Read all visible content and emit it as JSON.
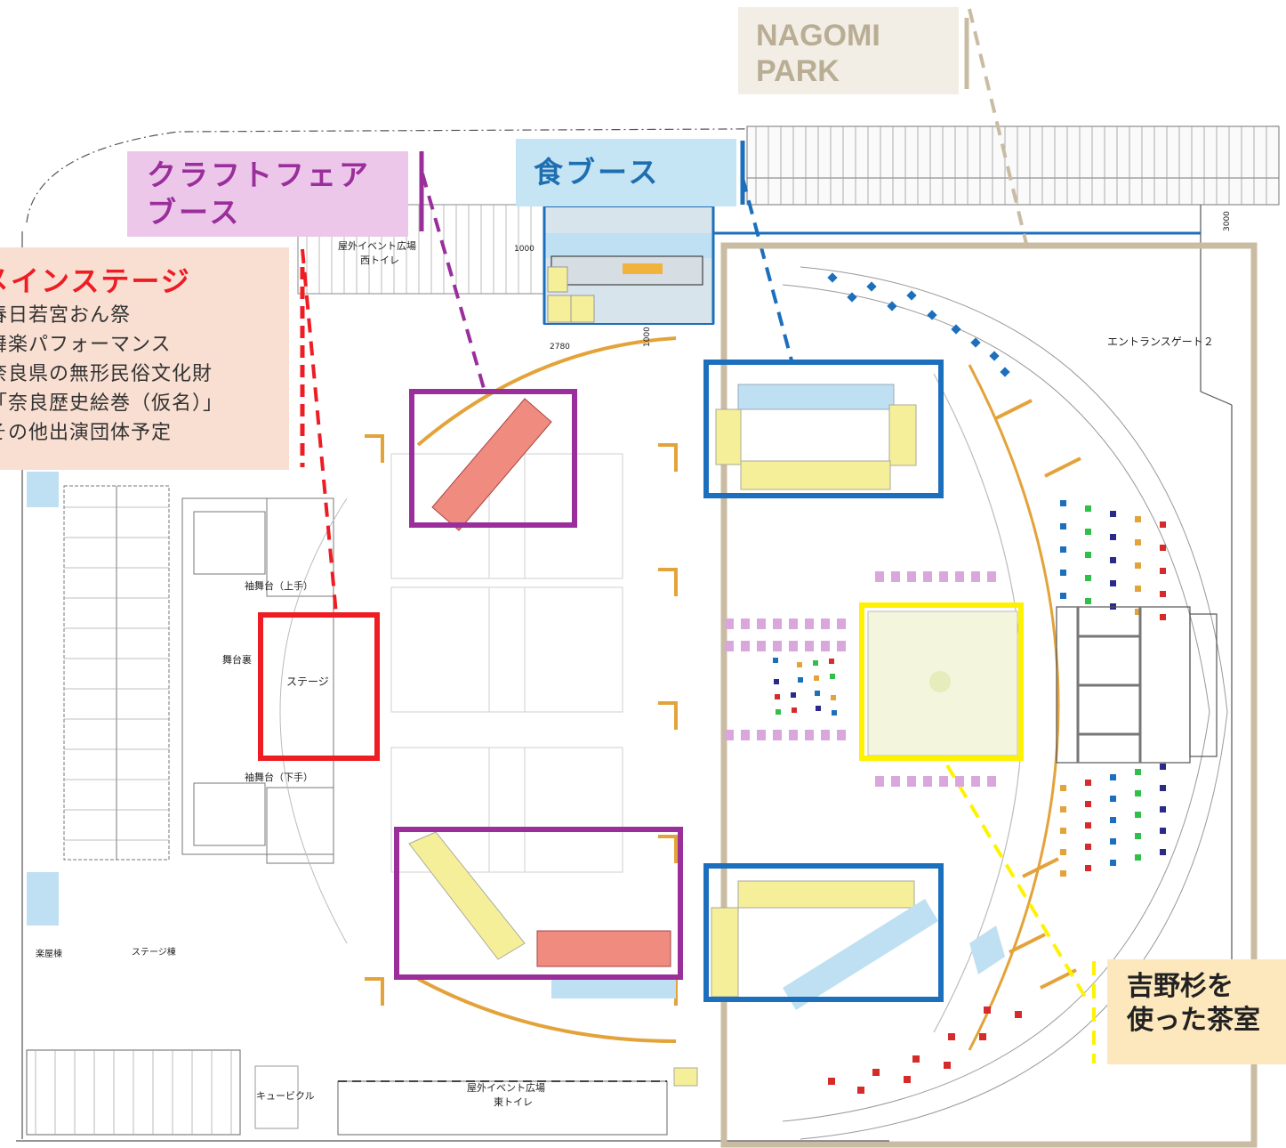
{
  "labels": {
    "nagomi_park": [
      "NAGOMI",
      "PARK"
    ],
    "craft_fair": [
      "クラフトフェア",
      "ブース"
    ],
    "food_booth": "食ブース",
    "main_stage": {
      "title": "メインステージ",
      "lines": [
        "春日若宮おん祭",
        "舞楽パフォーマンス",
        "奈良県の無形民俗文化財",
        "「奈良歴史絵巻（仮名）」",
        "その他出演団体予定"
      ]
    },
    "tea_room": [
      "吉野杉を",
      "使った茶室"
    ]
  },
  "map_text": {
    "west_toilet": [
      "屋外イベント広場",
      "西トイレ"
    ],
    "east_toilet": [
      "屋外イベント広場",
      "東トイレ"
    ],
    "entrance_gate": "エントランスゲート２",
    "stage": "ステージ",
    "wing_upper": "袖舞台（上手）",
    "wing_lower": "袖舞台（下手）",
    "backstage": "舞台裏",
    "stage_building": "ステージ棟",
    "dressing_building": "楽屋棟",
    "cubicle": "キュービクル",
    "dim_1000_top": "1000",
    "dim_1000_side": "1000",
    "dim_2780": "2780",
    "dim_3000": "3000"
  },
  "colors": {
    "beige": "#c9bca3",
    "red": "#ee1c23",
    "purple": "#9a2f9b",
    "blue": "#1c6fbd",
    "yellow": "#fff200",
    "orange_rail": "#e3a33a",
    "booth_yellow": "#f6ef9a",
    "booth_pink": "#f08b7f",
    "booth_blue": "#bfe0f2"
  }
}
